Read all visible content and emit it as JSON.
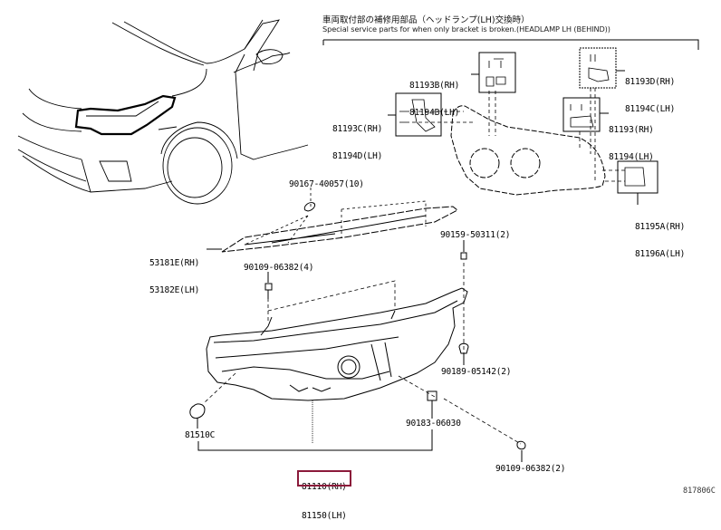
{
  "header": {
    "title_jp": "車両取付部の補修用部品（ヘッドランプ(LH)交換時）",
    "title_en": "Special service parts for when only bracket is broken.(HEADLAMP LH (BEHIND))"
  },
  "parts": {
    "p81193b": {
      "rh": "81193B(RH)",
      "lh": "81194B(LH)"
    },
    "p81193c": {
      "rh": "81193C(RH)",
      "lh": "81194D(LH)"
    },
    "p81193d": {
      "rh": "81193D(RH)",
      "lh": "81194C(LH)"
    },
    "p81193": {
      "rh": "81193(RH)",
      "lh": "81194(LH)"
    },
    "p81195a": {
      "rh": "81195A(RH)",
      "lh": "81196A(LH)"
    },
    "p53181e": {
      "rh": "53181E(RH)",
      "lh": "53182E(LH)"
    },
    "bolt_90167": "90167-40057(10)",
    "bolt_90109_top": "90109-06382(4)",
    "bolt_90159": "90159-50311(2)",
    "nut_90189": "90189-05142(2)",
    "clip_90183": "90183-06030",
    "socket_81510c": "81510C",
    "headlamp": {
      "rh": "81110(RH)",
      "lh": "81150(LH)"
    },
    "bolt_90109_bottom": "90109-06382(2)"
  },
  "highlight_color": "#8b1a3a",
  "diagram_code": "817806C"
}
